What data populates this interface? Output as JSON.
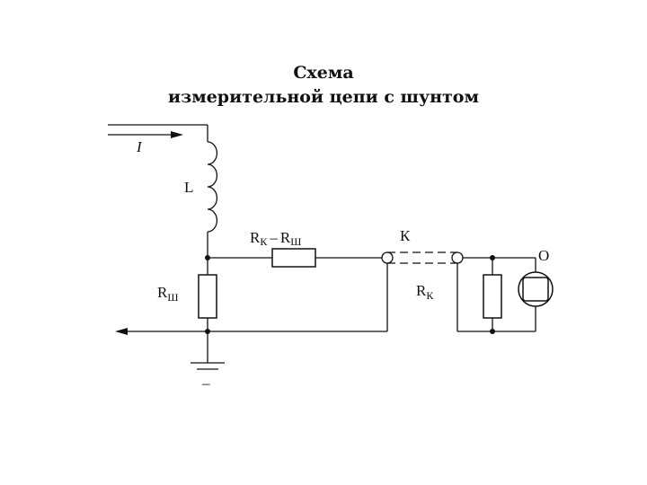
{
  "title": {
    "line1": "Схема",
    "line2": "измерительной цепи с шунтом"
  },
  "labels": {
    "current": "I",
    "inductor": "L",
    "series_resistor_main1": "R",
    "series_resistor_sub1": "К",
    "series_resistor_minus": "–",
    "series_resistor_main2": "R",
    "series_resistor_sub2": "Ш",
    "cable": "К",
    "shunt_main": "R",
    "shunt_sub": "Ш",
    "load_main": "R",
    "load_sub": "К",
    "oscilloscope": "О",
    "ground_sign": "–"
  },
  "colors": {
    "line": "#111111",
    "text": "#111111",
    "background": "#ffffff"
  }
}
